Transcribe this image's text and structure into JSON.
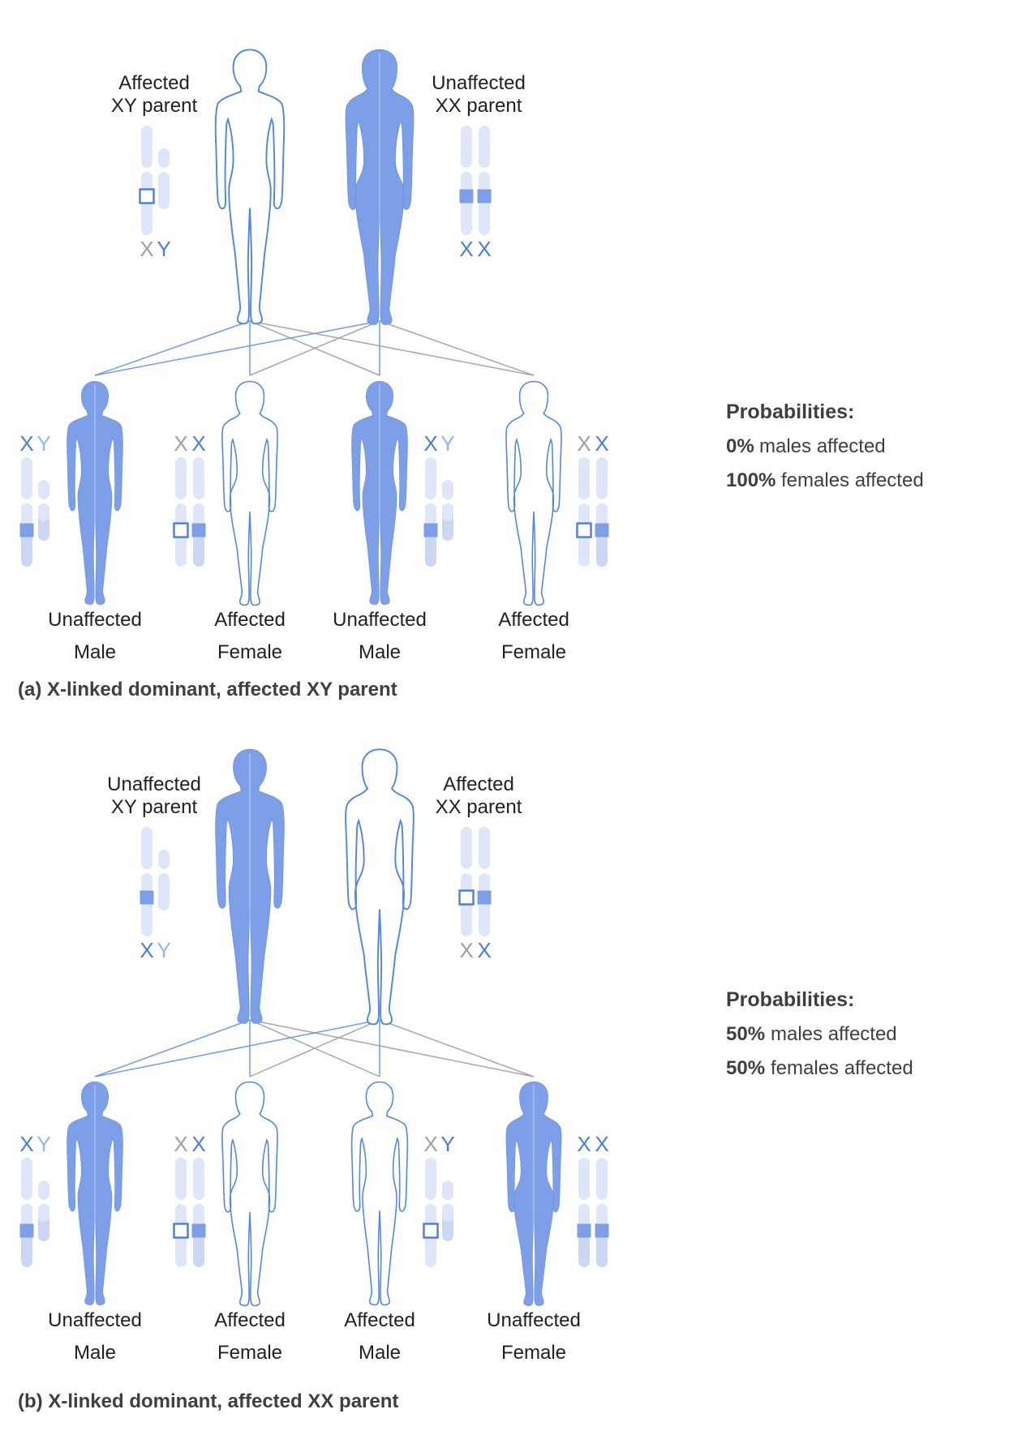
{
  "colors": {
    "body_fill_blue": "#7d9fe7",
    "body_outline_blue": "#4f86e8",
    "chromosome_light": "#dfe6f9",
    "chromosome_shade": "#ccd7f4",
    "marker_filled": "#7d9fe7",
    "marker_open_border": "#4a7ce0",
    "letter_blue": "#4a7ce0",
    "letter_gray": "#9aa0a6",
    "letter_light_blue": "#96b4ef",
    "line_blue": "#6d9ceb",
    "line_gray": "#a6a6a6",
    "text_dark": "#202124",
    "caption_dark": "#3c4043"
  },
  "panels": [
    {
      "caption": "(a) X-linked dominant, affected XY parent",
      "parents": {
        "left": {
          "label_line1": "Affected",
          "label_line2": "XY parent",
          "body": "outline-male",
          "allele_markers": [
            "open"
          ],
          "karyotype": [
            {
              "char": "X",
              "fill": "#9aa0a6"
            },
            {
              "char": "Y",
              "fill": "#4a7ce0"
            }
          ]
        },
        "right": {
          "label_line1": "Unaffected",
          "label_line2": "XX parent",
          "body": "filled-female",
          "allele_markers": [
            "filled",
            "filled"
          ],
          "karyotype": [
            {
              "char": "X",
              "fill": "#4a7ce0"
            },
            {
              "char": "X",
              "fill": "#4a7ce0"
            }
          ]
        }
      },
      "children": [
        {
          "label_line1": "Unaffected",
          "label_line2": "Male",
          "body": "filled-male",
          "allele_markers": [
            "filled"
          ],
          "karyotype": [
            {
              "char": "X",
              "fill": "#4a7ce0"
            },
            {
              "char": "Y",
              "fill": "#96b4ef"
            }
          ]
        },
        {
          "label_line1": "Affected",
          "label_line2": "Female",
          "body": "outline-female",
          "allele_markers": [
            "open",
            "filled"
          ],
          "karyotype": [
            {
              "char": "X",
              "fill": "#9aa0a6"
            },
            {
              "char": "X",
              "fill": "#4a7ce0"
            }
          ]
        },
        {
          "label_line1": "Unaffected",
          "label_line2": "Male",
          "body": "filled-male",
          "allele_markers": [
            "filled"
          ],
          "karyotype": [
            {
              "char": "X",
              "fill": "#4a7ce0"
            },
            {
              "char": "Y",
              "fill": "#96b4ef"
            }
          ]
        },
        {
          "label_line1": "Affected",
          "label_line2": "Female",
          "body": "outline-female",
          "allele_markers": [
            "open",
            "filled"
          ],
          "karyotype": [
            {
              "char": "X",
              "fill": "#9aa0a6"
            },
            {
              "char": "X",
              "fill": "#4a7ce0"
            }
          ]
        }
      ],
      "probabilities": {
        "title": "Probabilities:",
        "lines": [
          {
            "value": "0%",
            "text": "males affected"
          },
          {
            "value": "100%",
            "text": "females affected"
          }
        ]
      }
    },
    {
      "caption": "(b) X-linked dominant, affected XX parent",
      "parents": {
        "left": {
          "label_line1": "Unaffected",
          "label_line2": "XY parent",
          "body": "filled-male",
          "allele_markers": [
            "filled"
          ],
          "karyotype": [
            {
              "char": "X",
              "fill": "#4a7ce0"
            },
            {
              "char": "Y",
              "fill": "#96b4ef"
            }
          ]
        },
        "right": {
          "label_line1": "Affected",
          "label_line2": "XX parent",
          "body": "outline-female",
          "allele_markers": [
            "open",
            "filled"
          ],
          "karyotype": [
            {
              "char": "X",
              "fill": "#9aa0a6"
            },
            {
              "char": "X",
              "fill": "#4a7ce0"
            }
          ]
        }
      },
      "children": [
        {
          "label_line1": "Unaffected",
          "label_line2": "Male",
          "body": "filled-male",
          "allele_markers": [
            "filled"
          ],
          "karyotype": [
            {
              "char": "X",
              "fill": "#4a7ce0"
            },
            {
              "char": "Y",
              "fill": "#96b4ef"
            }
          ]
        },
        {
          "label_line1": "Affected",
          "label_line2": "Female",
          "body": "outline-female",
          "allele_markers": [
            "open",
            "filled"
          ],
          "karyotype": [
            {
              "char": "X",
              "fill": "#9aa0a6"
            },
            {
              "char": "X",
              "fill": "#4a7ce0"
            }
          ]
        },
        {
          "label_line1": "Affected",
          "label_line2": "Male",
          "body": "outline-male",
          "allele_markers": [
            "open"
          ],
          "karyotype": [
            {
              "char": "X",
              "fill": "#9aa0a6"
            },
            {
              "char": "Y",
              "fill": "#4a7ce0"
            }
          ]
        },
        {
          "label_line1": "Unaffected",
          "label_line2": "Female",
          "body": "filled-female",
          "allele_markers": [
            "filled",
            "filled"
          ],
          "karyotype": [
            {
              "char": "X",
              "fill": "#4a7ce0"
            },
            {
              "char": "X",
              "fill": "#4a7ce0"
            }
          ]
        }
      ],
      "probabilities": {
        "title": "Probabilities:",
        "lines": [
          {
            "value": "50%",
            "text": "males affected"
          },
          {
            "value": "50%",
            "text": "females affected"
          }
        ]
      }
    }
  ]
}
